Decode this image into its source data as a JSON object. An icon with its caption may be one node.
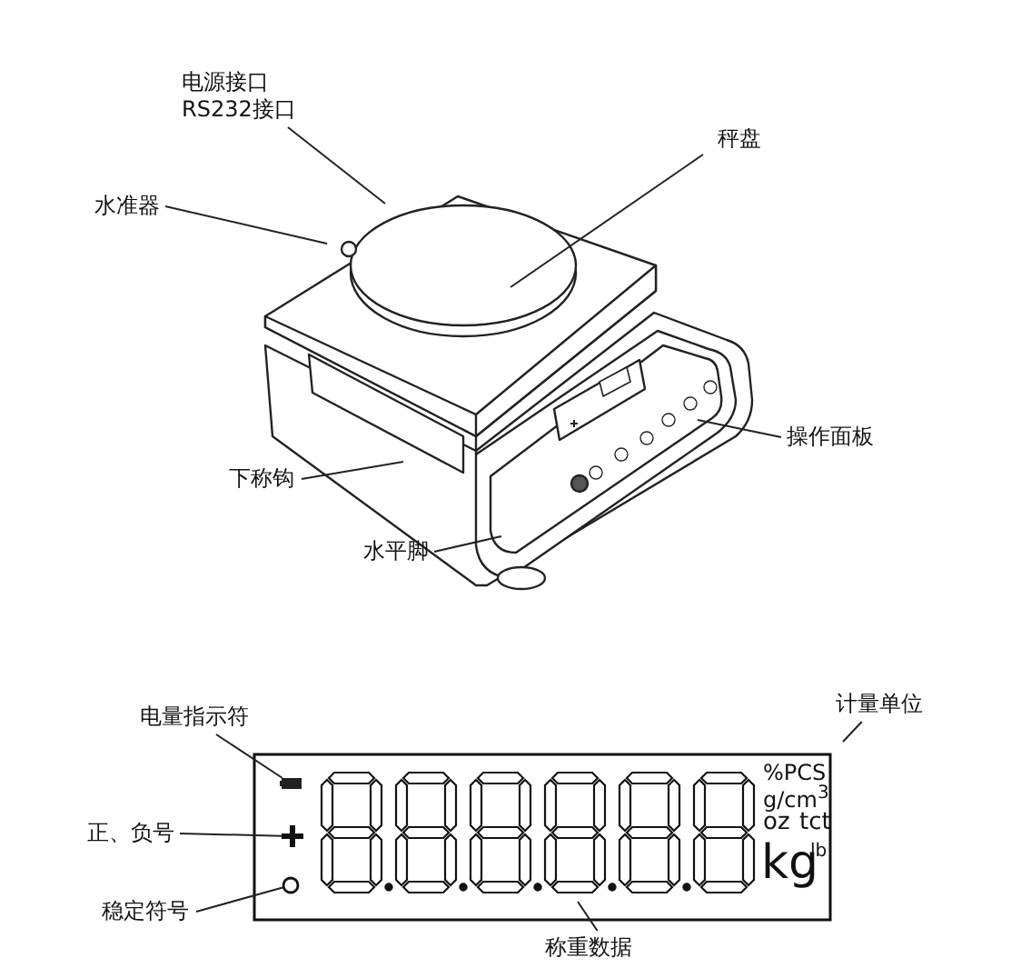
{
  "diagram": {
    "nodes": [
      {
        "text": [
          "电源接口",
          "RS232接口"
        ]
      },
      {
        "text": [
          "秤盘"
        ]
      },
      {
        "text": [
          "水准器"
        ]
      },
      {
        "text": [
          "操作面板"
        ]
      },
      {
        "text": [
          "下称钩"
        ]
      },
      {
        "text": [
          "水平脚"
        ]
      },
      {
        "text": [
          "电量指示符"
        ]
      },
      {
        "text": [
          "正、负号"
        ]
      },
      {
        "text": [
          "稳定符号"
        ]
      },
      {
        "text": [
          "计量单位"
        ]
      },
      {
        "text": [
          "称重数据"
        ]
      },
      {
        "text": [],
        "shape": "box"
      },
      {
        "text": [],
        "shape": "cross"
      },
      {
        "text": [],
        "shape": "circle"
      }
    ],
    "edges": [
      {
        "from": 0,
        "to": null,
        "arrow": "none"
      },
      {
        "from": 1,
        "to": null,
        "arrow": "none"
      },
      {
        "from": 2,
        "to": null,
        "arrow": "none"
      },
      {
        "from": 3,
        "to": null,
        "arrow": "none"
      },
      {
        "from": 4,
        "to": null,
        "arrow": "none"
      },
      {
        "from": 5,
        "to": null,
        "arrow": "none"
      },
      {
        "from": 6,
        "to": 11,
        "arrow": "none"
      },
      {
        "from": 7,
        "to": 12,
        "arrow": "none"
      },
      {
        "from": 8,
        "to": 13,
        "arrow": "none"
      },
      {
        "from": 9,
        "to": null,
        "arrow": "none"
      },
      {
        "from": 10,
        "to": null,
        "arrow": "none"
      }
    ],
    "labels": [
      "%PCS",
      "g/cm$^{3}$",
      "oz",
      "tct",
      "kg",
      "lb"
    ]
  }
}
